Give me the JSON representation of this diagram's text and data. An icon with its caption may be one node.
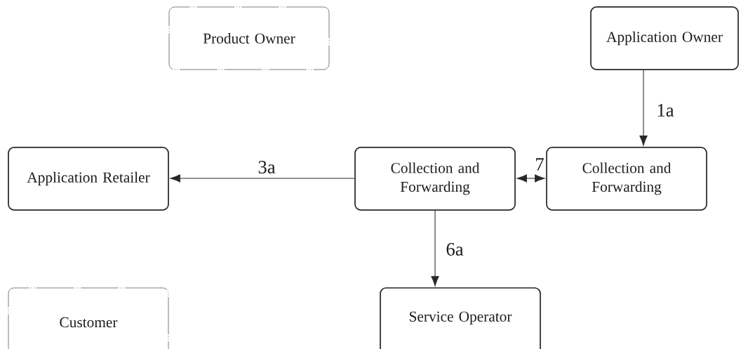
{
  "diagram": {
    "nodes": [
      {
        "text": [
          "Product Owner"
        ]
      },
      {
        "text": [
          "Application Owner"
        ]
      },
      {
        "text": [
          "Application Retailer"
        ]
      },
      {
        "text": [
          "Collection and Forwarding"
        ]
      },
      {
        "text": [
          "Collection and Forwarding"
        ]
      },
      {
        "text": [
          "Customer"
        ]
      },
      {
        "text": [
          "Service Operator"
        ]
      }
    ],
    "edges": [
      {
        "from": 1,
        "to": 4,
        "arrow": "to",
        "label": "1a"
      },
      {
        "from": 3,
        "to": 2,
        "arrow": "to",
        "label": "3a"
      },
      {
        "from": 3,
        "to": 4,
        "arrow": "both",
        "label": "7"
      },
      {
        "from": 3,
        "to": 6,
        "arrow": "to",
        "label": "6a"
      }
    ]
  }
}
